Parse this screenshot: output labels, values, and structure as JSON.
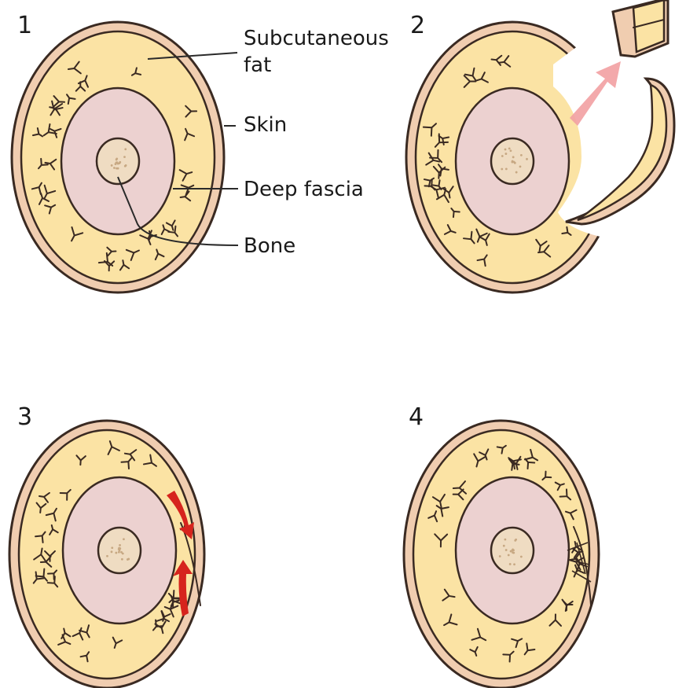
{
  "panels": [
    {
      "number": "1"
    },
    {
      "number": "2"
    },
    {
      "number": "3"
    },
    {
      "number": "4"
    }
  ],
  "labels": {
    "subcutaneous_fat_line1": "Subcutaneous",
    "subcutaneous_fat_line2": "fat",
    "skin": "Skin",
    "deep_fascia": "Deep fascia",
    "bone": "Bone"
  },
  "colors": {
    "skin": "#f0cdb0",
    "fat": "#fbe3a4",
    "fascia": "#ecd1d0",
    "bone": "#efdcc2",
    "red_arrow": "#d6241d",
    "pink_arrow": "#f2a0a2"
  }
}
